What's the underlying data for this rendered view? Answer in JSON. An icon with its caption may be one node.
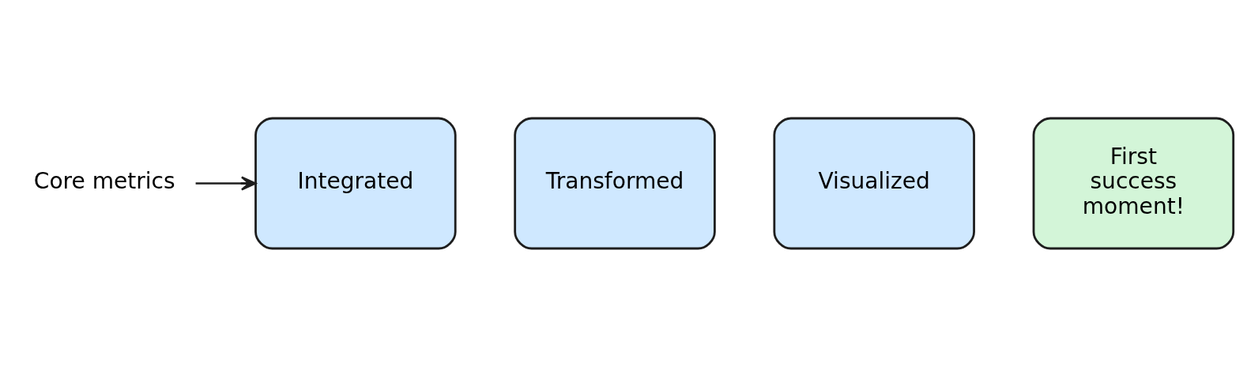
{
  "diagram": {
    "nodes": [
      {
        "text": [
          "Core metrics"
        ]
      },
      {
        "text": [
          "Integrated"
        ]
      },
      {
        "text": [
          "Transformed"
        ]
      },
      {
        "text": [
          "Visualized"
        ]
      },
      {
        "text": [
          "First success moment!"
        ]
      }
    ],
    "edges": [
      {
        "from": 0,
        "to": 1,
        "arrow": "to"
      }
    ]
  }
}
